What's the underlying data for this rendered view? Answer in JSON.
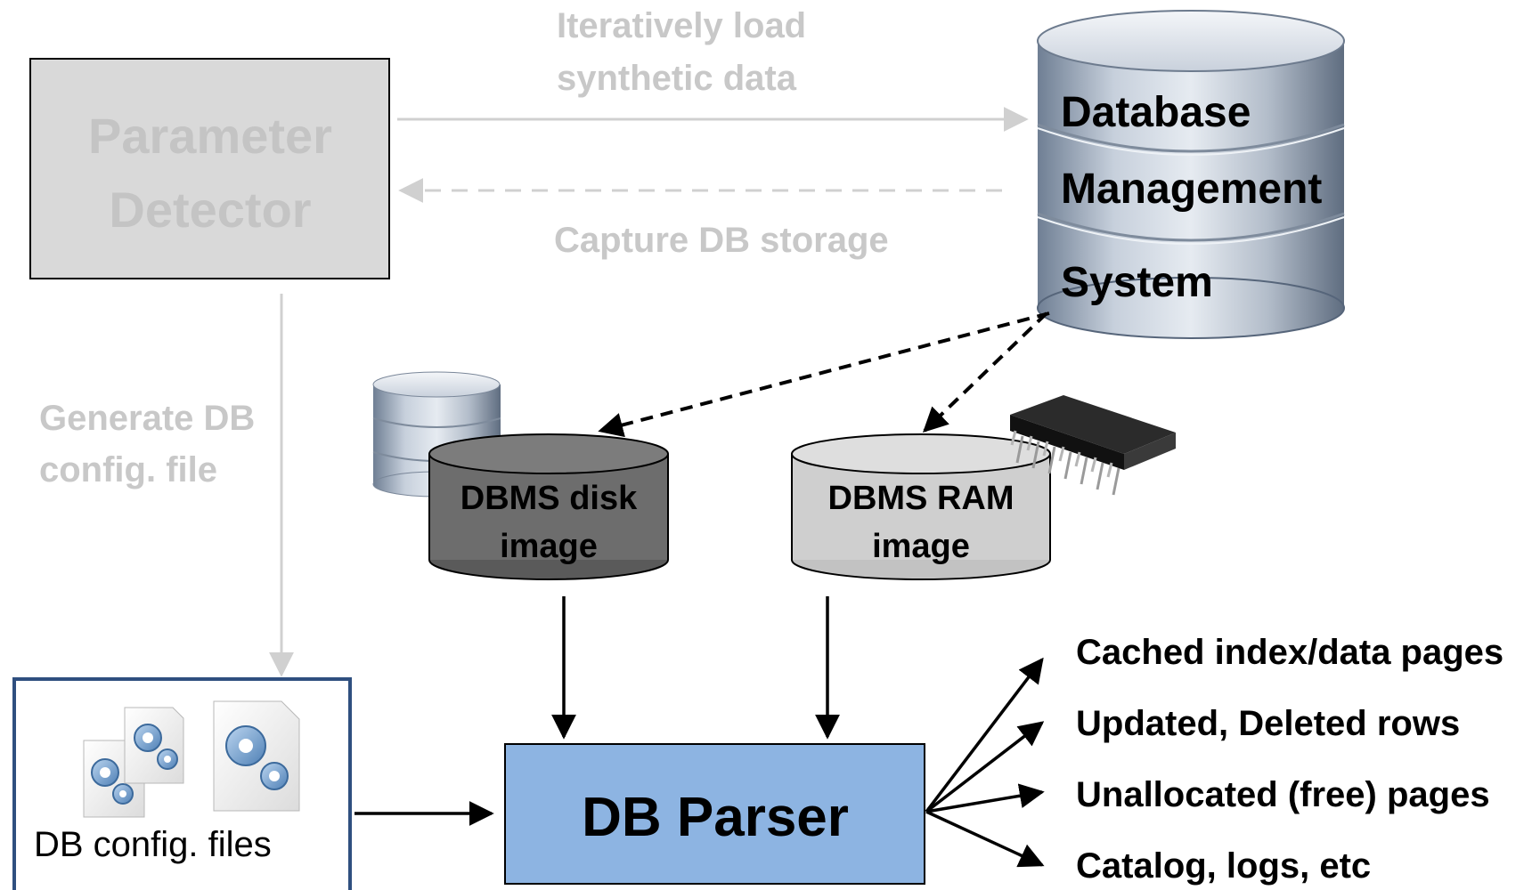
{
  "param_detector": {
    "line1": "Parameter",
    "line2": "Detector"
  },
  "arrows": {
    "load_line1": "Iteratively load",
    "load_line2": "synthetic data",
    "capture": "Capture DB  storage",
    "gen_line1": "Generate DB",
    "gen_line2": "config. file"
  },
  "dbms": {
    "line1": "Database",
    "line2": "Management",
    "line3": "System"
  },
  "disk_image": {
    "line1": "DBMS disk",
    "line2": "image"
  },
  "ram_image": {
    "line1": "DBMS RAM",
    "line2": "image"
  },
  "config_files": {
    "label": "DB config. files"
  },
  "parser": {
    "label": "DB Parser"
  },
  "outputs": [
    "Cached index/data pages",
    "Updated, Deleted rows",
    "Unallocated (free) pages",
    "Catalog, logs, etc"
  ],
  "colors": {
    "faded_text": "#c8c8c8",
    "faded_box_fill": "#d9d9d9",
    "parser_fill": "#8db4e2",
    "config_border": "#2f4f7f",
    "disk_fill": "#6d6d6d",
    "ram_fill": "#cfcfcf"
  }
}
